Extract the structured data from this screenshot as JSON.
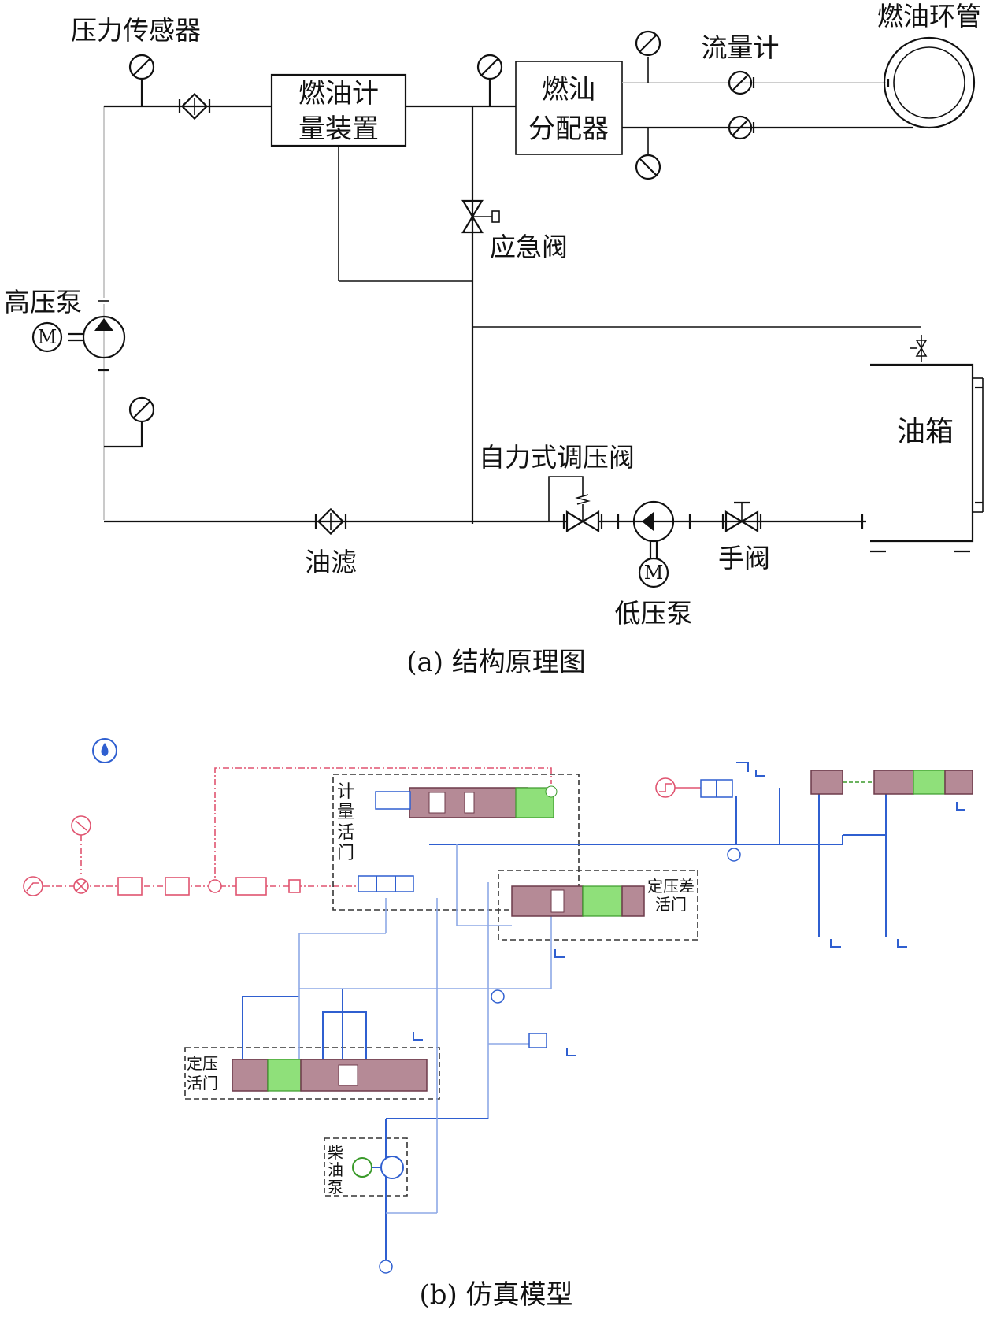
{
  "part_a": {
    "labels": {
      "pressure_sensor": "压力传感器",
      "metering_line1": "燃油计",
      "metering_line2": "量装置",
      "distributor_line1": "燃汕",
      "distributor_line2": "分配器",
      "flow_meter": "流量计",
      "ring_pipe": "燃油环管",
      "emergency_valve": "应急阀",
      "hp_pump": "高压泵",
      "motor": "M",
      "tank": "油箱",
      "self_regulating_valve": "自力式调压阀",
      "filter": "油滤",
      "hand_valve": "手阀",
      "lp_pump": "低压泵"
    },
    "caption": "(a) 结构原理图"
  },
  "part_b": {
    "labels": {
      "metering_valve_1": "计",
      "metering_valve_2": "量",
      "metering_valve_3": "活",
      "metering_valve_4": "门",
      "diff_valve_line1": "定压差",
      "diff_valve_line2": "活门",
      "const_valve_line1": "定压",
      "const_valve_line2": "活门",
      "pump_1": "柴",
      "pump_2": "油",
      "pump_3": "泵"
    },
    "caption": "(b) 仿真模型"
  },
  "colors": {
    "line": "#111111",
    "grey_line": "#bdbdbd",
    "hydraulic_blue": "#2f5fd0",
    "signal_red": "#e05470",
    "valve_body": "#b58a96",
    "spring_green": "#8fe07a"
  }
}
